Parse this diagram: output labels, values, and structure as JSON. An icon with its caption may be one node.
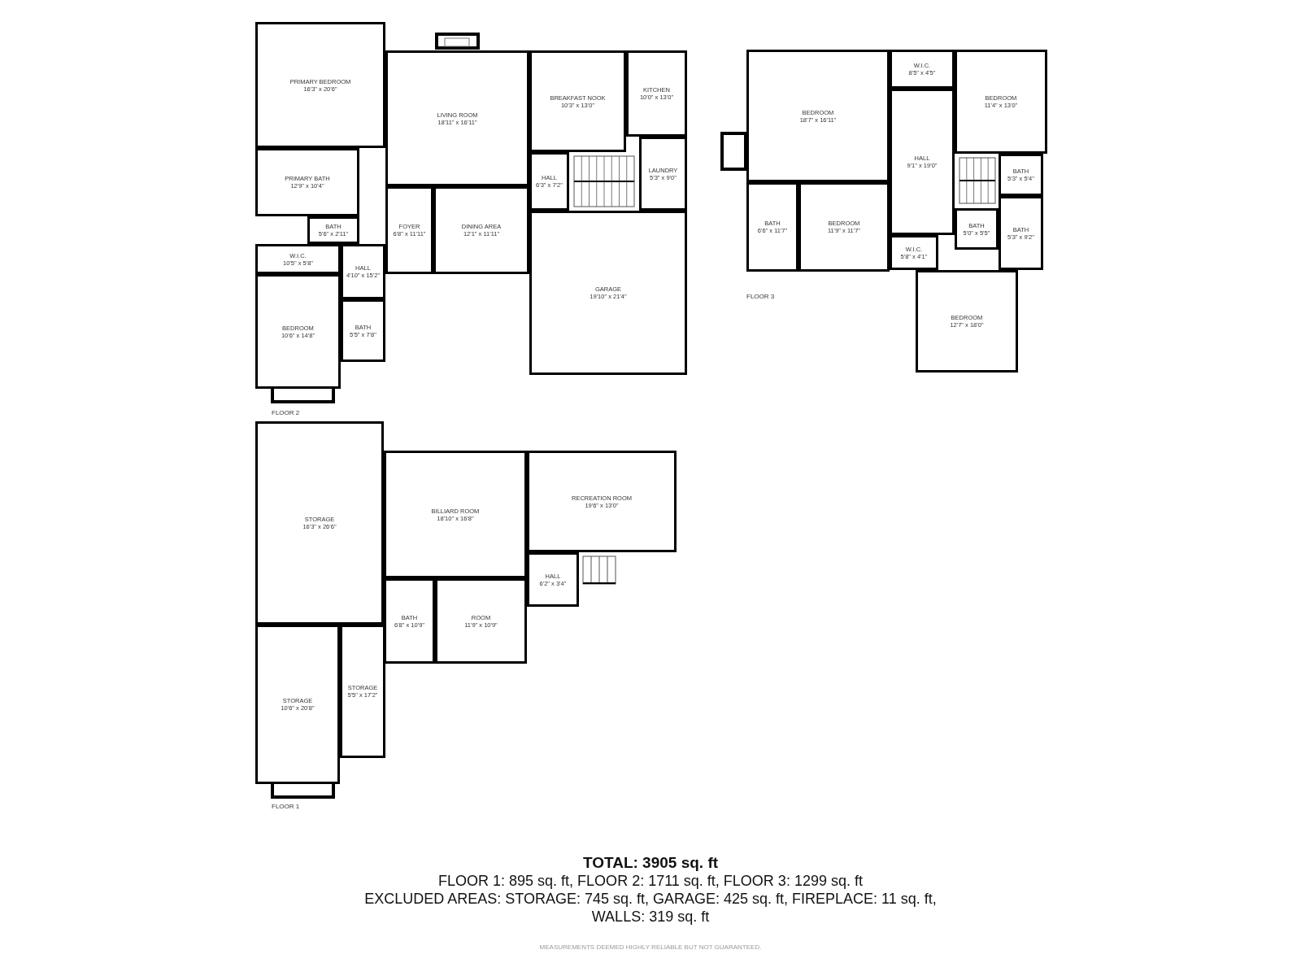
{
  "diagram": {
    "title": "TOTAL: 3905 sq. ft",
    "nodes": [
      {
        "text": [
          "PRIMARY BEDROOM",
          "16'3\" x 20'6\""
        ]
      },
      {
        "text": [
          "PRIMARY BATH",
          "12'9\" x 10'4\""
        ]
      },
      {
        "text": [
          "BATH",
          "5'6\" x 2'11\""
        ]
      },
      {
        "text": [
          "W.I.C.",
          "10'5\" x 5'8\""
        ]
      },
      {
        "text": [
          "HALL",
          "4'10\" x 15'2\""
        ]
      },
      {
        "text": [
          "BEDROOM",
          "10'6\" x 14'8\""
        ]
      },
      {
        "text": [
          "BATH",
          "5'5\" x 7'8\""
        ]
      },
      {
        "text": [
          "LIVING ROOM",
          "18'11\" x 16'11\""
        ]
      },
      {
        "text": [
          "BREAKFAST NOOK",
          "10'3\" x 13'0\""
        ]
      },
      {
        "text": [
          "KITCHEN",
          "10'0\" x 13'0\""
        ]
      },
      {
        "text": [
          "HALL",
          "6'3\" x 7'2\""
        ]
      },
      {
        "text": [
          "LAUNDRY",
          "5'3\" x 9'0\""
        ]
      },
      {
        "text": [
          "FOYER",
          "6'8\" x 11'11\""
        ]
      },
      {
        "text": [
          "DINING AREA",
          "12'1\" x 11'11\""
        ]
      },
      {
        "text": [
          "GARAGE",
          "19'10\" x 21'4\""
        ]
      },
      {
        "text": [
          "BEDROOM",
          "18'7\" x 16'11\""
        ]
      },
      {
        "text": [
          "W.I.C.",
          "8'5\" x 4'5\""
        ]
      },
      {
        "text": [
          "BEDROOM",
          "11'4\" x 13'0\""
        ]
      },
      {
        "text": [
          "HALL",
          "9'1\" x 19'0\""
        ]
      },
      {
        "text": [
          "BATH",
          "5'3\" x 5'4\""
        ]
      },
      {
        "text": [
          "BATH",
          "6'6\" x 11'7\""
        ]
      },
      {
        "text": [
          "BEDROOM",
          "11'9\" x 11'7\""
        ]
      },
      {
        "text": [
          "BATH",
          "5'0\" x 5'5\""
        ]
      },
      {
        "text": [
          "BATH",
          "5'3\" x 9'2\""
        ]
      },
      {
        "text": [
          "W.I.C.",
          "5'8\" x 4'1\""
        ]
      },
      {
        "text": [
          "BEDROOM",
          "12'7\" x 18'0\""
        ]
      },
      {
        "text": [
          "STORAGE",
          "16'3\" x 26'6\""
        ]
      },
      {
        "text": [
          "BILLIARD ROOM",
          "18'10\" x 16'8\""
        ]
      },
      {
        "text": [
          "RECREATION ROOM",
          "19'6\" x 13'0\""
        ]
      },
      {
        "text": [
          "HALL",
          "6'2\" x 3'4\""
        ]
      },
      {
        "text": [
          "BATH",
          "6'8\" x 10'9\""
        ]
      },
      {
        "text": [
          "ROOM",
          "11'9\" x 10'9\""
        ]
      },
      {
        "text": [
          "STORAGE",
          "10'6\" x 20'8\""
        ]
      },
      {
        "text": [
          "STORAGE",
          "5'5\" x 17'2\""
        ]
      }
    ],
    "labels": [
      "FLOOR 2",
      "FLOOR 3",
      "FLOOR 1",
      "FLOOR 1: 895 sq. ft, FLOOR 2: 1711 sq. ft, FLOOR 3: 1299 sq. ft",
      "EXCLUDED AREAS: STORAGE: 745 sq. ft, GARAGE: 425 sq. ft, FIREPLACE: 11 sq. ft, WALLS: 319 sq. ft",
      "MEASUREMENTS DEEMED HIGHLY RELIABLE BUT NOT GUARANTEED."
    ]
  }
}
